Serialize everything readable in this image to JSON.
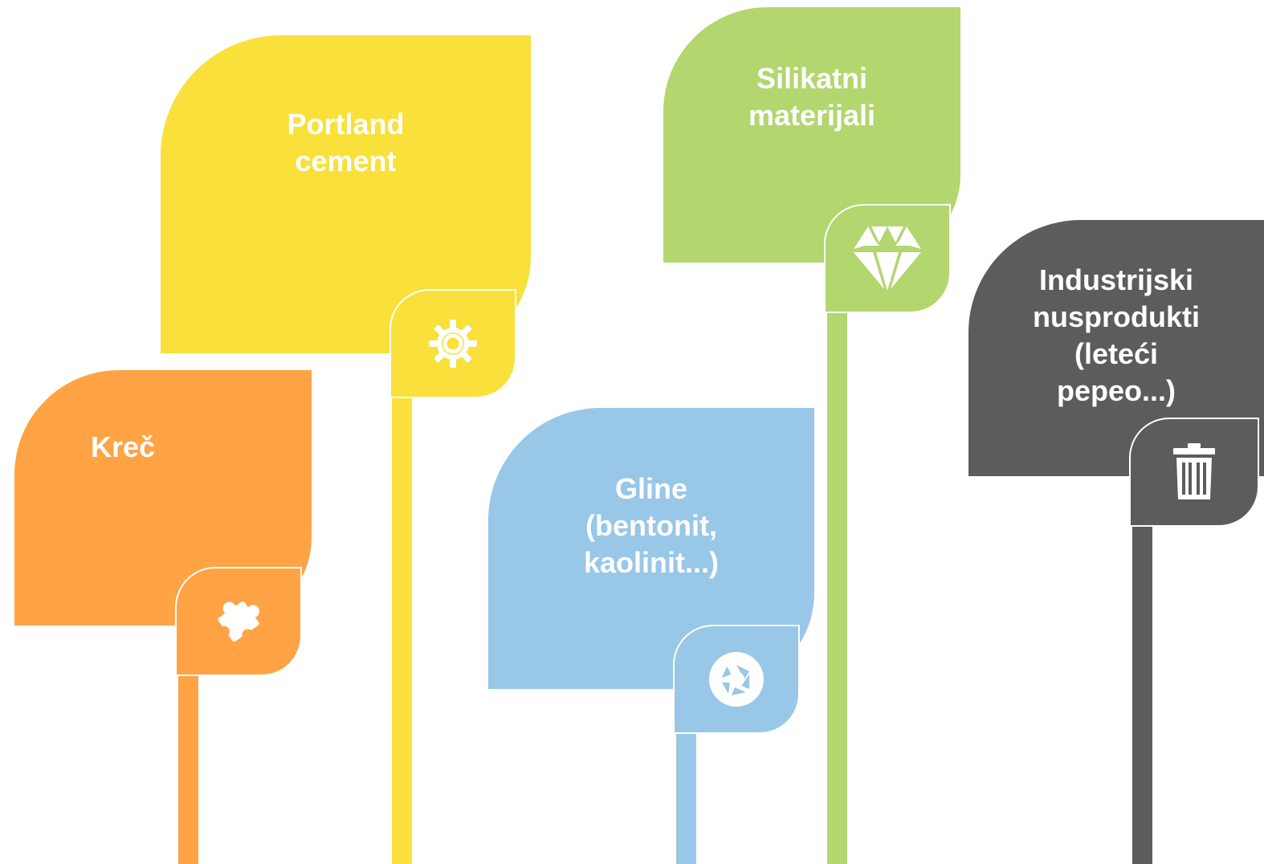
{
  "colors": {
    "yellow": "#F9E03A",
    "green": "#B3D66F",
    "orange": "#FFA345",
    "blue": "#98C7E7",
    "gray": "#5C5C5C"
  },
  "items": [
    {
      "label": "Portland\ncement",
      "color": "yellow",
      "icon": "gear-icon"
    },
    {
      "label": "Silikatni\nmaterijali",
      "color": "green",
      "icon": "diamond-icon"
    },
    {
      "label": "Kreč",
      "color": "orange",
      "icon": "puzzle-icon"
    },
    {
      "label": "Gline\n(bentonit,\nkaolinit...)",
      "color": "blue",
      "icon": "aperture-icon"
    },
    {
      "label": "Industrijski\nnusprodukti\n(leteći\npepeo...)",
      "color": "gray",
      "icon": "trash-icon"
    }
  ]
}
